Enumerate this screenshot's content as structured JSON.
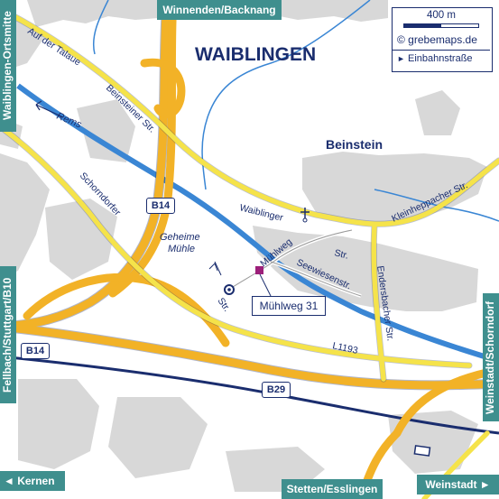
{
  "map": {
    "city_label": "WAIBLINGEN",
    "district_label": "Beinstein",
    "destination_marker_label": "Mühlweg 31",
    "poi_label_line1": "Geheime",
    "poi_label_line2": "Mühle",
    "river_label": "Rems",
    "road_shields": [
      "B14",
      "B14",
      "B29"
    ],
    "street_labels": {
      "auf_der_talaue": "Auf der Talaue",
      "beinsteiner_str": "Beinsteiner Str.",
      "schorndorfer": "Schorndorfer",
      "str_schorndorfer": "Str.",
      "waiblinger": "Waiblinger",
      "str_waiblinger": "Str.",
      "muehlweg": "Mühlweg",
      "seewiesenstr": "Seewiesenstr.",
      "endersbacher_str": "Endersbacher Str.",
      "kleinheppacher_str": "Kleinheppacher Str.",
      "l1193": "L1193"
    },
    "colors": {
      "road_major": "#f2b227",
      "road_minor": "#f5e34a",
      "river": "#3a86d4",
      "built_up": "#d8d8d8",
      "edge_tab": "#3f8f8e",
      "text": "#1a2d6e",
      "marker": "#9c1f7a"
    }
  },
  "edges": {
    "top": "Winnenden/Backnang",
    "left_top": "Waiblingen-Ortsmitte",
    "left_mid": "Fellbach/Stuttgart/B10",
    "right_mid": "Weinstadt/Schorndorf",
    "bottom_left": "◄ Kernen",
    "bottom_center": "Stetten/Esslingen",
    "bottom_right": "Weinstadt ►"
  },
  "legend": {
    "scale_label": "400 m",
    "copyright": "© grebemaps.de",
    "oneway_label": "Einbahnstraße",
    "oneway_icon": "oneway-arrow-icon"
  }
}
